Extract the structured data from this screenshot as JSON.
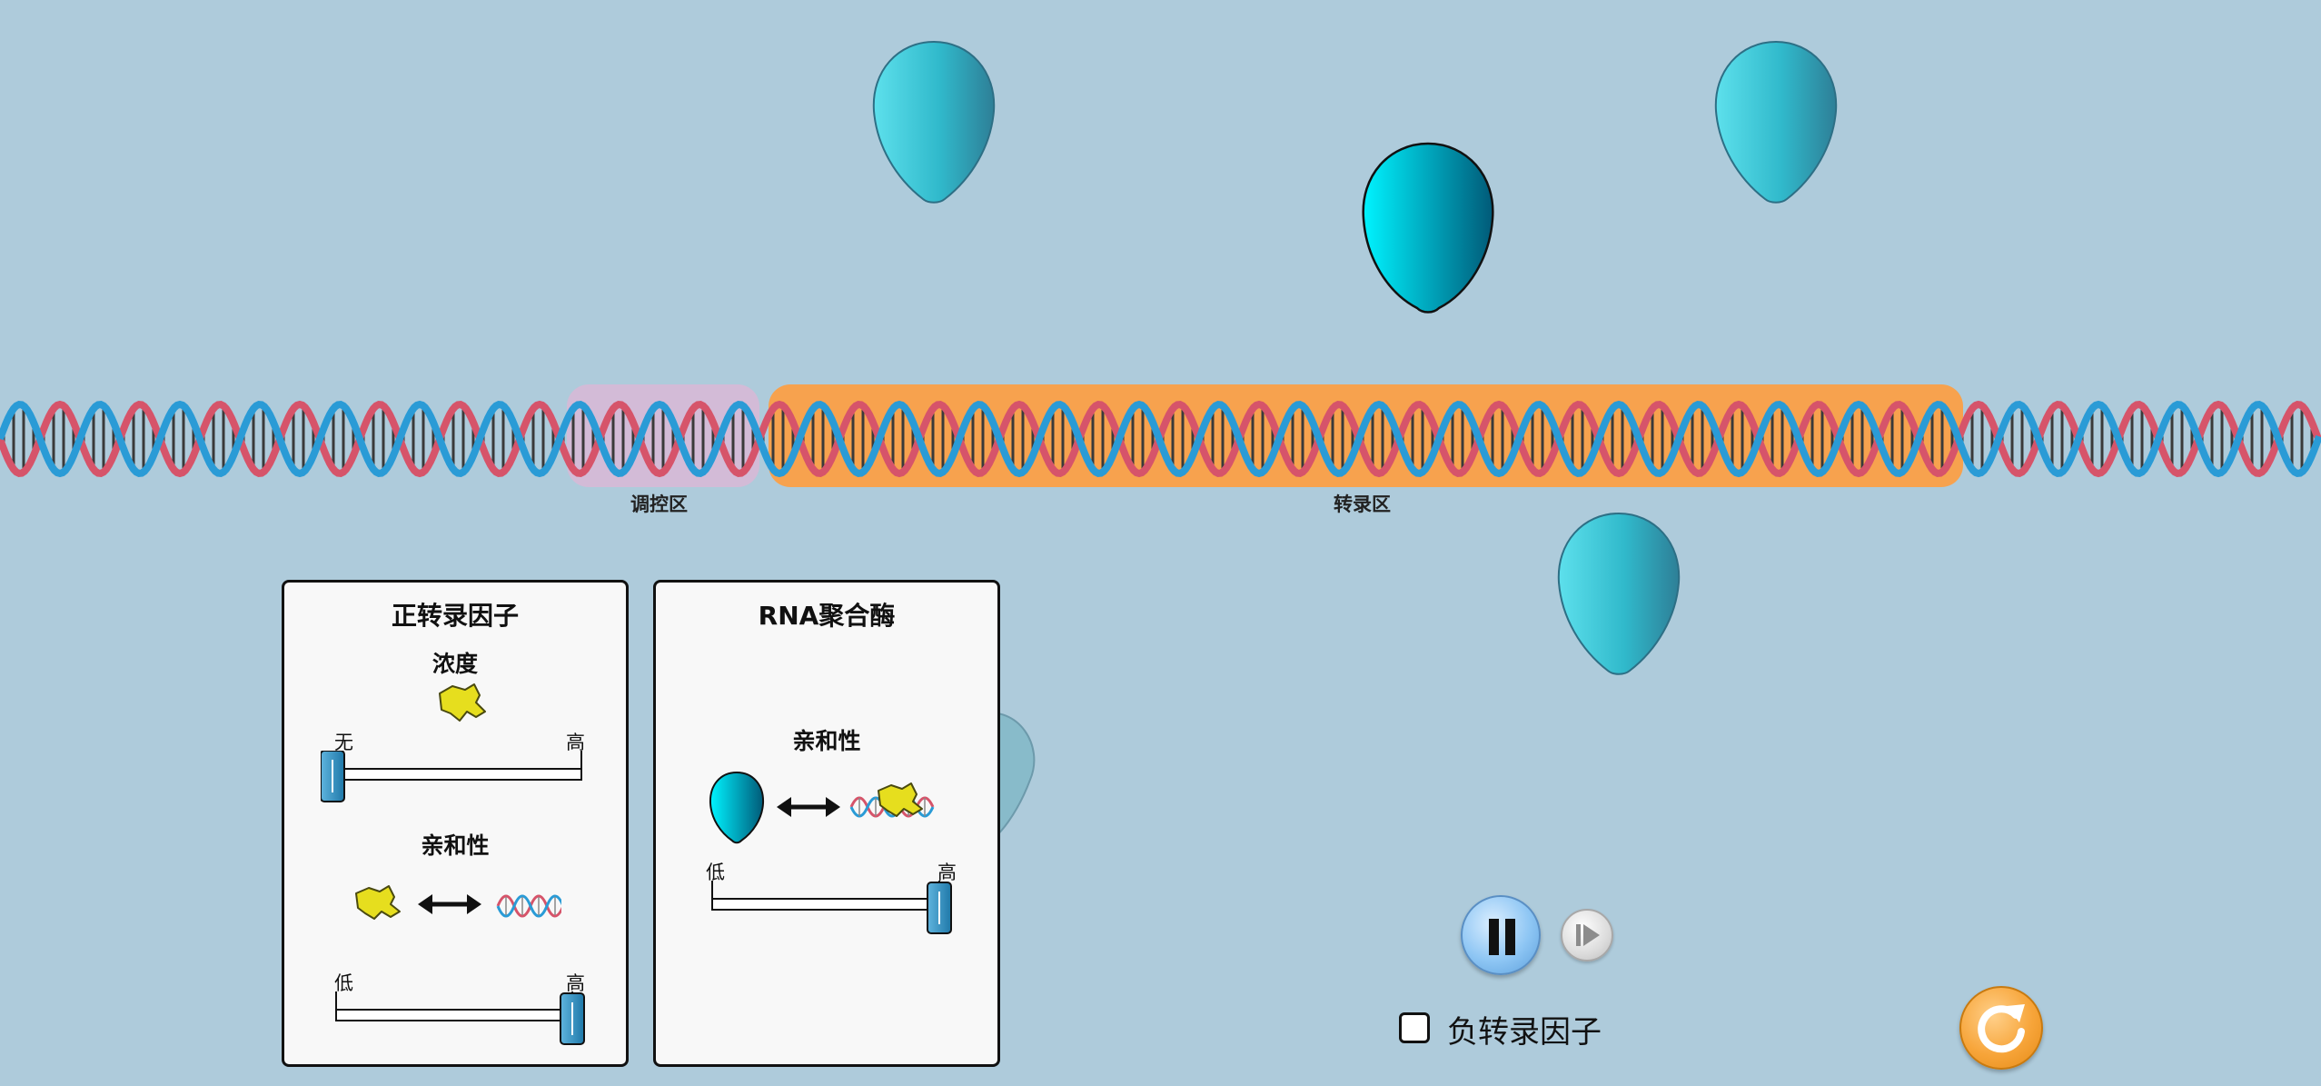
{
  "regions": {
    "regulatory_label": "调控区",
    "transcribed_label": "转录区"
  },
  "panel_tf": {
    "title": "正转录因子",
    "concentration_label": "浓度",
    "concentration_min": "无",
    "concentration_max": "高",
    "concentration_value": 0,
    "affinity_label": "亲和性",
    "affinity_min": "低",
    "affinity_max": "高",
    "affinity_value": 1
  },
  "panel_rnap": {
    "title": "RNA聚合酶",
    "affinity_label": "亲和性",
    "affinity_min": "低",
    "affinity_max": "高",
    "affinity_value": 1
  },
  "controls": {
    "negative_tf_label": "负转录因子",
    "negative_tf_checked": false
  },
  "icons": [
    "pause-icon",
    "step-icon",
    "reset-icon",
    "rna-polymerase-icon",
    "transcription-factor-icon",
    "dna-icon"
  ],
  "colors": {
    "background": "#aecbdb",
    "regulatory_region": "#d9b8d6",
    "transcribed_region": "#f7a24e",
    "dna_strand_a": "#d6546a",
    "dna_strand_b": "#2a9bd6",
    "polymerase": "#30b9cb",
    "transcription_factor": "#e8e020",
    "slider_thumb": "#2f8fc0"
  }
}
